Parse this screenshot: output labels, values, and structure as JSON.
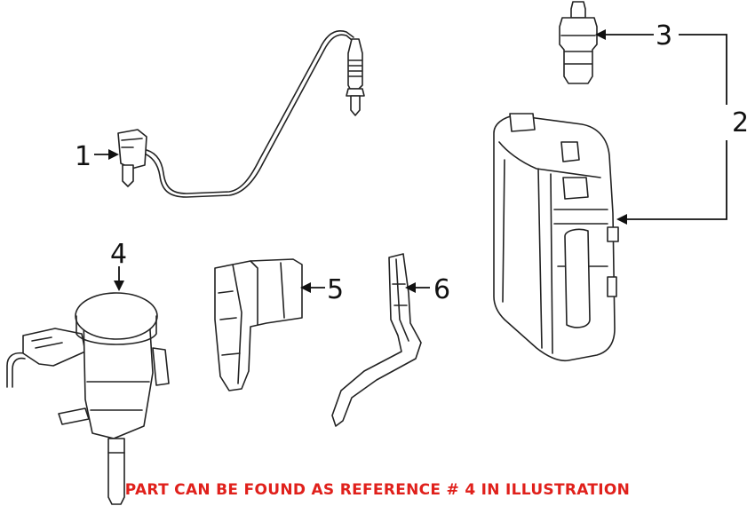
{
  "callouts": {
    "c1": "1",
    "c2": "2",
    "c3": "3",
    "c4": "4",
    "c5": "5",
    "c6": "6"
  },
  "note": {
    "text": "PART CAN BE FOUND AS REFERENCE # 4 IN ILLUSTRATION",
    "color": "#e0201b"
  }
}
